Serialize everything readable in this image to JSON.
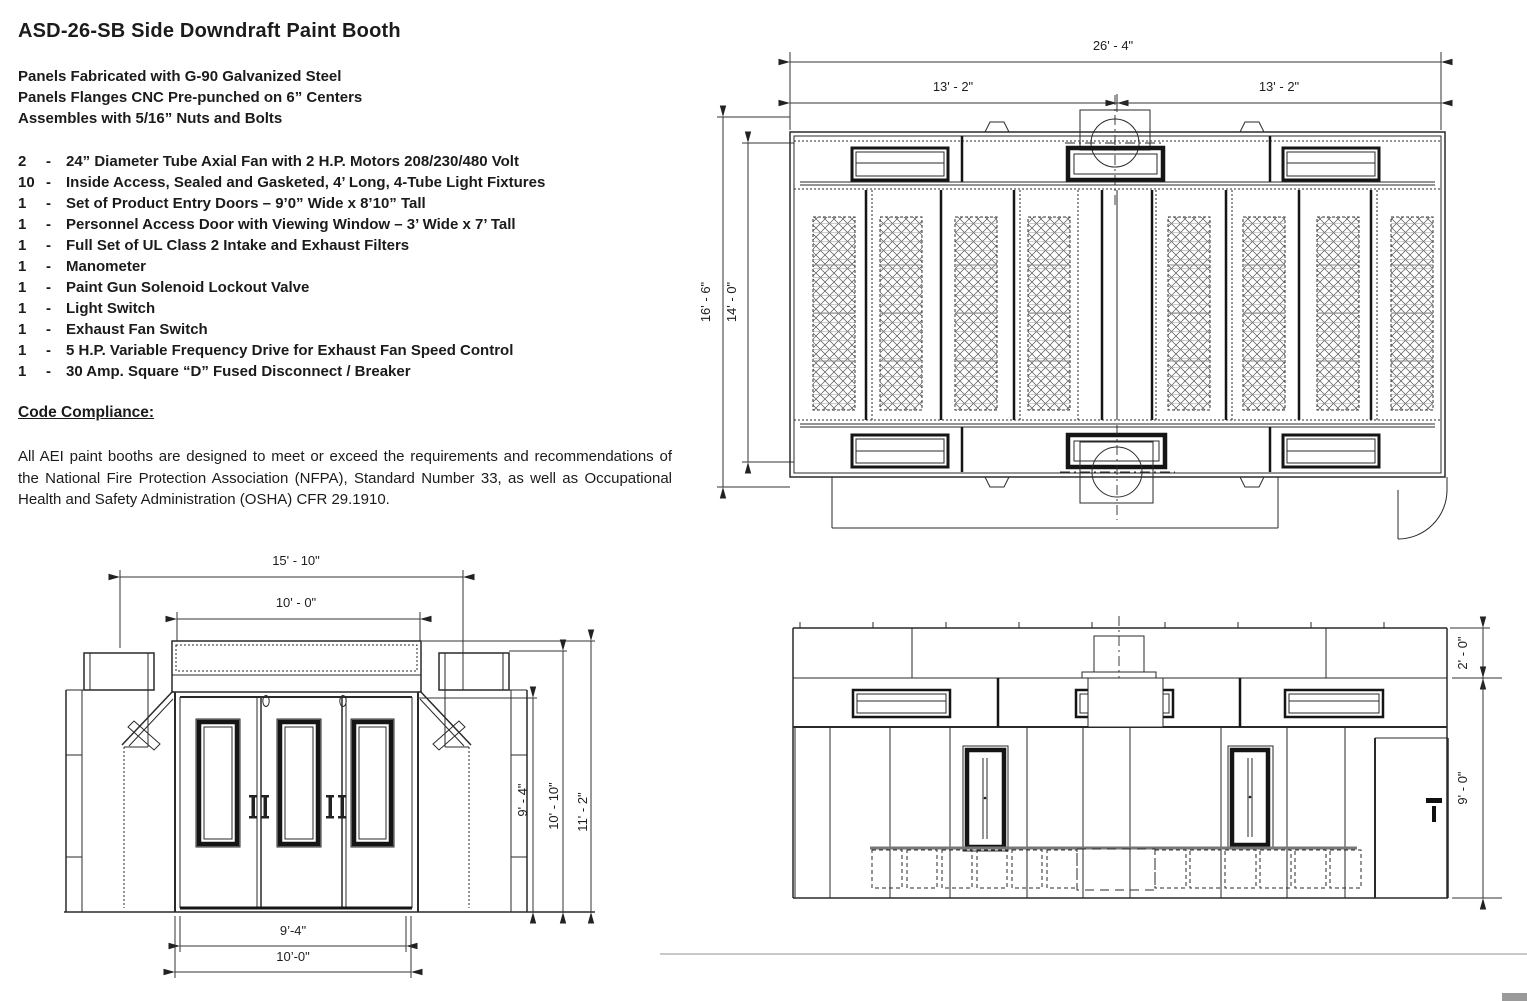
{
  "title": "ASD-26-SB Side Downdraft Paint Booth",
  "specs": {
    "lines": [
      "Panels Fabricated with G-90 Galvanized Steel",
      "Panels Flanges CNC Pre-punched on 6” Centers",
      "Assembles with 5/16” Nuts and Bolts"
    ]
  },
  "bom": {
    "separator": "-",
    "items": [
      {
        "qty": "2",
        "desc": "24” Diameter Tube Axial Fan with 2 H.P. Motors 208/230/480 Volt"
      },
      {
        "qty": "10",
        "desc": "Inside Access, Sealed and Gasketed,  4’ Long, 4-Tube Light Fixtures"
      },
      {
        "qty": "1",
        "desc": "Set of Product Entry Doors – 9’0” Wide x 8’10” Tall"
      },
      {
        "qty": "1",
        "desc": "Personnel Access Door with Viewing Window – 3’ Wide x 7’ Tall"
      },
      {
        "qty": "1",
        "desc": "Full Set of UL Class 2 Intake and Exhaust Filters"
      },
      {
        "qty": "1",
        "desc": "Manometer"
      },
      {
        "qty": "1",
        "desc": "Paint Gun Solenoid Lockout Valve"
      },
      {
        "qty": "1",
        "desc": "Light Switch"
      },
      {
        "qty": "1",
        "desc": "Exhaust Fan Switch"
      },
      {
        "qty": "1",
        "desc": "5 H.P. Variable Frequency Drive for Exhaust Fan Speed Control"
      },
      {
        "qty": "1",
        "desc": "30 Amp. Square “D” Fused Disconnect / Breaker"
      }
    ]
  },
  "code_compliance": {
    "heading": "Code Compliance:",
    "body": "All AEI paint booths are designed to meet or exceed the requirements and recommendations of the National Fire Protection Association (NFPA), Standard Number 33, as well as Occupational Health and Safety Administration (OSHA) CFR 29.1910."
  },
  "drawings": {
    "top_view": {
      "dim_overall_width": "26' - 4\"",
      "dim_bay_left": "13' - 2\"",
      "dim_bay_right": "13' - 2\"",
      "dim_overall_depth": "16' - 6\"",
      "dim_inner_depth": "14' - 0\""
    },
    "front_view": {
      "dim_overall_width": "15' - 10\"",
      "dim_plenum_width": "10' - 0\"",
      "dim_door_opening_width": "9’-4\"",
      "dim_opening_width": "10’-0\"",
      "dim_door_height": "9' - 4\"",
      "dim_eave_height": "10' - 10\"",
      "dim_overall_height": "11' - 2\""
    },
    "side_view": {
      "dim_plenum_height": "2' - 0\"",
      "dim_wall_height": "9' - 0\""
    }
  },
  "colors": {
    "line": "#2a2a2a",
    "divider": "#c9c9c9",
    "corner_box": "#9a9a9a"
  }
}
